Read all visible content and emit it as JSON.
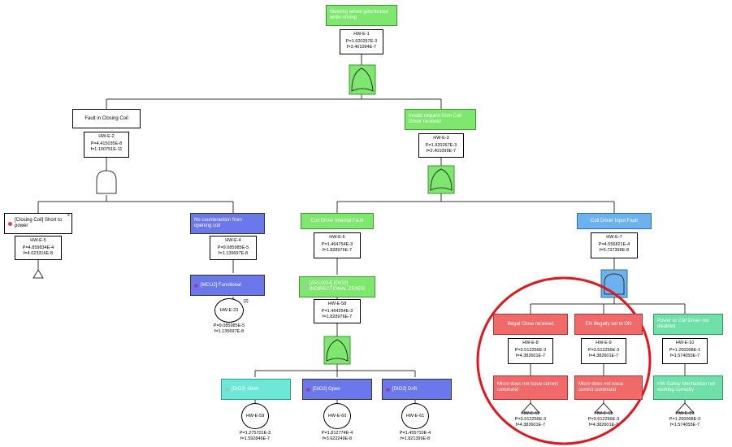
{
  "nodes": {
    "top": {
      "label": "Steering wheel gets locked while driving",
      "id": "HW-E-1",
      "p": "P=1.920267E-3",
      "f": "f=3.401094E-7"
    },
    "fault_coil": {
      "label": "Fault in Closing Coil",
      "id": "HW-E-2",
      "p": "P=4.415035E-8",
      "f": "f=1.100751E-11"
    },
    "invalid_req": {
      "label": "Invalid request from Coil Driver received",
      "id": "HW-E-3",
      "p": "P=1.920267E-3",
      "f": "f=2.401099E-7"
    },
    "short_power": {
      "label": "[Closing Coil] Short to power",
      "id": "HW-E-5",
      "p": "P=4.859834E-4",
      "f": "f=4.623316E-8",
      "badge": "≡"
    },
    "no_counter": {
      "label": "No counteraction from opening coil",
      "id": "HW-E-4",
      "p": "P=9.085985E-5",
      "f": "f=1.135697E-8"
    },
    "mcu_func": {
      "label": "[MCU2] Functional",
      "badge": "[2]",
      "circle_id": "HW-E-23",
      "p": "P=9.085985E-5",
      "f": "f=1.135697E-8"
    },
    "driver_int": {
      "label": "Coil Driver Internal Fault",
      "id": "HW-E-6",
      "p": "P=1.464754E-3",
      "f": "f=1.828976E-7"
    },
    "zener": {
      "label": "[AR12024] [DIO2] INDIRECTIONAL ZENER",
      "id": "HW-E-58",
      "p": "P=1.464254E-3",
      "f": "f=1.828976E-7"
    },
    "driver_input": {
      "label": "Coil Driver Input Fault",
      "id": "HW-E-7",
      "p": "P=4.556821E-4",
      "f": "f=5.737398E-8"
    },
    "dio_short": {
      "label": "[DIO2] Short",
      "circle_id": "HW-E-59",
      "p": "P=1.275701E-3",
      "f": "f=1.592846E-7"
    },
    "dio_open": {
      "label": "[DIO2] Open",
      "circle_id": "HW-E-60",
      "p": "P=1.812774E-4",
      "f": "f=3.622249E-8"
    },
    "dio_drift": {
      "label": "[DIO2] Drift",
      "circle_id": "HW-E-61",
      "p": "P=1.455710E-4",
      "f": "f=1.821399E-8"
    },
    "illegal_close": {
      "label": "Illegal Close received",
      "id": "HW-E-8",
      "p": "P=3.512256E-3",
      "f": "f=4.382601E-7"
    },
    "en_illegal": {
      "label": "EN illegally set to ON",
      "id": "HW-E-9",
      "p": "P=3.512256E-3",
      "f": "f=4.382601E-7"
    },
    "power_driver": {
      "label": "Power to Coil Driver not disabled",
      "id": "HW-E-10",
      "p": "P=1.260008E-1",
      "f": "f=1.574055E-7"
    },
    "micro1": {
      "label": "Micro does not issue correct command",
      "tri_id": "HW-E-11",
      "p": "P=3.512256E-3",
      "f": "f=4.382601E-7"
    },
    "micro2": {
      "label": "Micro does not issue correct command",
      "tri_id": "HW-E-11",
      "p": "P=3.512256E-3",
      "f": "f=4.382601E-7"
    },
    "hw_safety": {
      "label": "HW Safety Mechanism not working correctly",
      "tri_id": "HW-E-19",
      "p": "P=1.260008E-3",
      "f": "f=1.574055E-7"
    }
  },
  "colors": {
    "annotation_circle": "#e8141c",
    "line": "#333333"
  }
}
